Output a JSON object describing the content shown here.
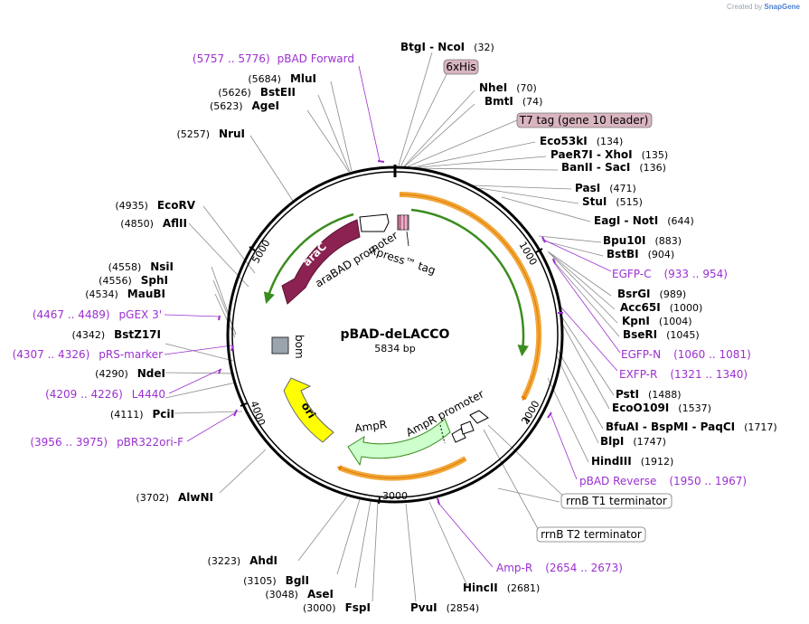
{
  "credit": {
    "prefix": "Created by",
    "brand": "SnapGene"
  },
  "plasmid": {
    "name": "pBAD-deLACCO",
    "size_label": "5834 bp",
    "length": 5834
  },
  "ticks": [
    "1000",
    "2000",
    "3000",
    "4000",
    "5000"
  ],
  "features": {
    "araC": "araC",
    "araBAD_promoter": "araBAD promoter",
    "xpress_tag": "Xpress™ tag",
    "bom": "bom",
    "ori": "ori",
    "AmpR": "AmpR",
    "AmpR_promoter": "AmpR promoter"
  },
  "box_labels": {
    "his": "6xHis",
    "t7": "T7 tag (gene 10 leader)",
    "rrnB_T1": "rrnB T1 terminator",
    "rrnB_T2": "rrnB T2 terminator"
  },
  "colors": {
    "araC": "#8b2252",
    "ori": "#ffff00",
    "AmpR": "#ccffcc",
    "orf_arc": "#f2a73b",
    "green_arc": "#3a8c1e",
    "primer": "#9b30d0",
    "box_fill": "#d9b5c0"
  },
  "sites": {
    "s0": {
      "name": "BtgI",
      "name2": "NcoI",
      "pos": "(32)"
    },
    "s1": {
      "name": "NheI",
      "pos": "(70)"
    },
    "s2": {
      "name": "BmtI",
      "pos": "(74)"
    },
    "s3": {
      "name": "Eco53kI",
      "pos": "(134)"
    },
    "s4": {
      "name": "PaeR7I",
      "name2": "XhoI",
      "pos": "(135)"
    },
    "s5": {
      "name": "BanII",
      "name2": "SacI",
      "pos": "(136)"
    },
    "s6": {
      "name": "PasI",
      "pos": "(471)"
    },
    "s7": {
      "name": "StuI",
      "pos": "(515)"
    },
    "s8": {
      "name": "EagI",
      "name2": "NotI",
      "pos": "(644)"
    },
    "s9": {
      "name": "Bpu10I",
      "pos": "(883)"
    },
    "s10": {
      "name": "BstBI",
      "pos": "(904)"
    },
    "s11": {
      "name": "BsrGI",
      "pos": "(989)"
    },
    "s12": {
      "name": "Acc65I",
      "pos": "(1000)"
    },
    "s13": {
      "name": "KpnI",
      "pos": "(1004)"
    },
    "s14": {
      "name": "BseRI",
      "pos": "(1045)"
    },
    "s15": {
      "name": "PstI",
      "pos": "(1488)"
    },
    "s16": {
      "name": "EcoO109I",
      "pos": "(1537)"
    },
    "s17": {
      "name": "BfuAI",
      "name2": "BspMI",
      "name3": "PaqCI",
      "pos": "(1717)"
    },
    "s18": {
      "name": "BlpI",
      "pos": "(1747)"
    },
    "s19": {
      "name": "HindIII",
      "pos": "(1912)"
    },
    "s20": {
      "name": "HincII",
      "pos": "(2681)"
    },
    "s21": {
      "name": "PvuI",
      "pos": "(2854)"
    },
    "s22": {
      "name": "FspI",
      "pos": "(3000)"
    },
    "s23": {
      "name": "AseI",
      "pos": "(3048)"
    },
    "s24": {
      "name": "BglI",
      "pos": "(3105)"
    },
    "s25": {
      "name": "AhdI",
      "pos": "(3223)"
    },
    "s26": {
      "name": "AlwNI",
      "pos": "(3702)"
    },
    "s27": {
      "name": "PciI",
      "pos": "(4111)"
    },
    "s28": {
      "name": "NdeI",
      "pos": "(4290)"
    },
    "s29": {
      "name": "BstZ17I",
      "pos": "(4342)"
    },
    "s30": {
      "name": "MauBI",
      "pos": "(4534)"
    },
    "s31": {
      "name": "SphI",
      "pos": "(4556)"
    },
    "s32": {
      "name": "NsiI",
      "pos": "(4558)"
    },
    "s33": {
      "name": "AflII",
      "pos": "(4850)"
    },
    "s34": {
      "name": "EcoRV",
      "pos": "(4935)"
    },
    "s35": {
      "name": "NruI",
      "pos": "(5257)"
    },
    "s36": {
      "name": "AgeI",
      "pos": "(5623)"
    },
    "s37": {
      "name": "BstEII",
      "pos": "(5626)"
    },
    "s38": {
      "name": "MluI",
      "pos": "(5684)"
    }
  },
  "primers": {
    "p0": {
      "range": "(5757 .. 5776)",
      "name": "pBAD Forward"
    },
    "p1": {
      "name": "EGFP-C",
      "range": "(933 .. 954)"
    },
    "p2": {
      "name": "EGFP-N",
      "range": "(1060 .. 1081)"
    },
    "p3": {
      "name": "EXFP-R",
      "range": "(1321 .. 1340)"
    },
    "p4": {
      "name": "pBAD Reverse",
      "range": "(1950 .. 1967)"
    },
    "p5": {
      "name": "Amp-R",
      "range": "(2654 .. 2673)"
    },
    "p6": {
      "range": "(3956 .. 3975)",
      "name": "pBR322ori-F"
    },
    "p7": {
      "range": "(4209 .. 4226)",
      "name": "L4440"
    },
    "p8": {
      "range": "(4307 .. 4326)",
      "name": "pRS-marker"
    },
    "p9": {
      "range": "(4467 .. 4489)",
      "name": "pGEX 3'"
    }
  }
}
